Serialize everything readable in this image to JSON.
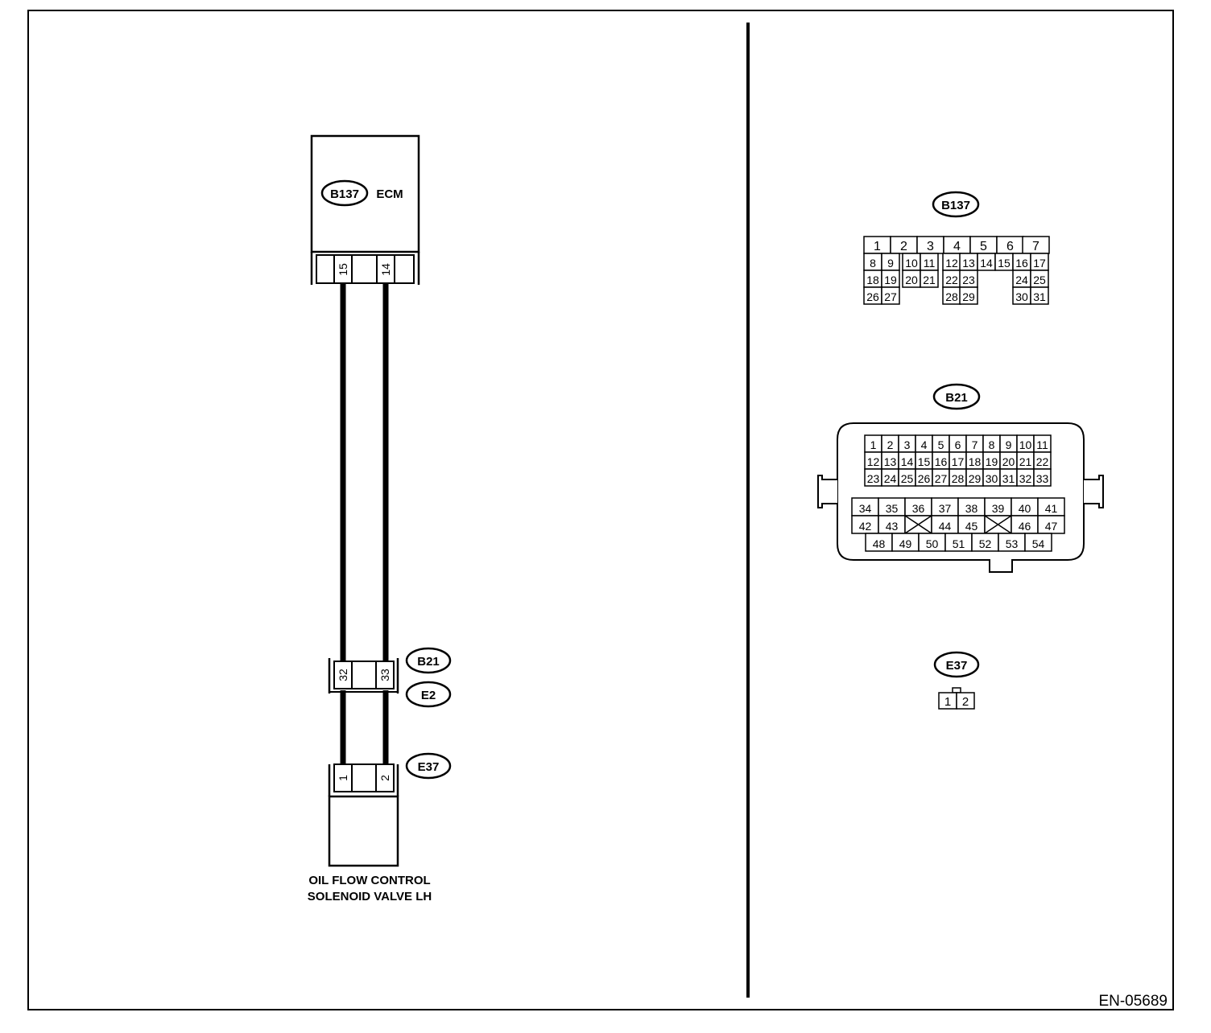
{
  "doc_id": "EN-05689",
  "colors": {
    "line": "#000000",
    "background": "#ffffff"
  },
  "circuit": {
    "ecm": {
      "connector": "B137",
      "label": "ECM",
      "pins": [
        "15",
        "14"
      ]
    },
    "joint": {
      "upper_connector": "B21",
      "lower_connector": "E2",
      "pins": [
        "32",
        "33"
      ]
    },
    "valve": {
      "connector": "E37",
      "pins": [
        "1",
        "2"
      ],
      "label_line1": "OIL FLOW CONTROL",
      "label_line2": "SOLENOID VALVE LH"
    }
  },
  "connector_views": {
    "b137": {
      "label": "B137",
      "rows": [
        [
          "1",
          "2",
          "3",
          "4",
          "5",
          "6",
          "7"
        ],
        [
          "8",
          "9",
          "10",
          "11",
          "12",
          "13",
          "14",
          "15",
          "16",
          "17"
        ],
        [
          "18",
          "19",
          "20",
          "21",
          "22",
          "23",
          "24",
          "25"
        ],
        [
          "26",
          "27",
          "28",
          "29",
          "30",
          "31"
        ]
      ]
    },
    "b21": {
      "label": "B21",
      "upper_rows": [
        [
          "1",
          "2",
          "3",
          "4",
          "5",
          "6",
          "7",
          "8",
          "9",
          "10",
          "11"
        ],
        [
          "12",
          "13",
          "14",
          "15",
          "16",
          "17",
          "18",
          "19",
          "20",
          "21",
          "22"
        ],
        [
          "23",
          "24",
          "25",
          "26",
          "27",
          "28",
          "29",
          "30",
          "31",
          "32",
          "33"
        ]
      ],
      "lower_rows": [
        [
          "34",
          "35",
          "36",
          "37",
          "38",
          "39",
          "40",
          "41"
        ],
        [
          "42",
          "43",
          "",
          "44",
          "45",
          "",
          "46",
          "47"
        ],
        [
          "48",
          "49",
          "50",
          "51",
          "52",
          "53",
          "54"
        ]
      ]
    },
    "e37": {
      "label": "E37",
      "pins": [
        "1",
        "2"
      ]
    }
  }
}
